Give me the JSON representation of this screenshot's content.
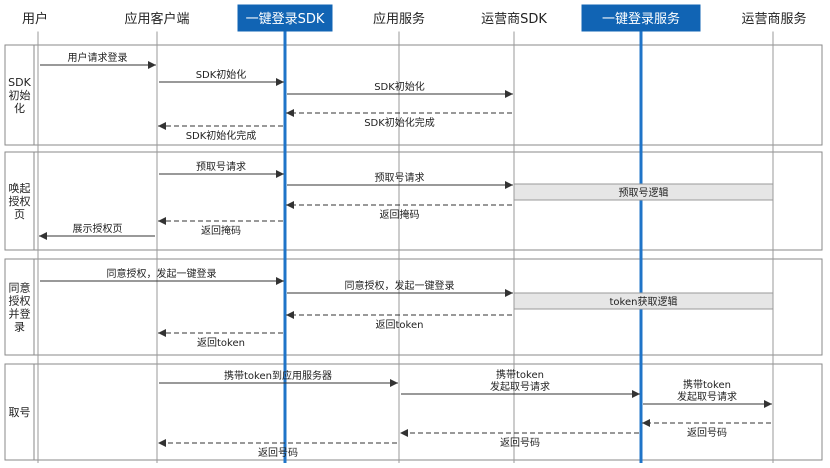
{
  "participants": [
    {
      "id": "user",
      "label": "用户"
    },
    {
      "id": "app_client",
      "label": "应用客户端"
    },
    {
      "id": "sdk",
      "label": "一键登录SDK"
    },
    {
      "id": "app_server",
      "label": "应用服务"
    },
    {
      "id": "carrier_sdk",
      "label": "运营商SDK"
    },
    {
      "id": "login_service",
      "label": "一键登录服务"
    },
    {
      "id": "carrier_service",
      "label": "运营商服务"
    }
  ],
  "sections": [
    {
      "id": "init",
      "label": [
        "SDK",
        "初始",
        "化"
      ]
    },
    {
      "id": "auth",
      "label": [
        "唤起",
        "授权",
        "页"
      ]
    },
    {
      "id": "consent",
      "label": [
        "同意",
        "授权",
        "并登",
        "录"
      ]
    },
    {
      "id": "fetch",
      "label": [
        "取号"
      ]
    }
  ],
  "messages": [
    {
      "from": "user",
      "to": "app_client",
      "type": "solid",
      "lines": [
        "用户请求登录"
      ]
    },
    {
      "from": "app_client",
      "to": "sdk",
      "type": "solid",
      "lines": [
        "SDK初始化"
      ]
    },
    {
      "from": "sdk",
      "to": "carrier_sdk",
      "type": "solid",
      "lines": [
        "SDK初始化"
      ]
    },
    {
      "from": "carrier_sdk",
      "to": "sdk",
      "type": "dashed",
      "lines": [
        "SDK初始化完成"
      ]
    },
    {
      "from": "sdk",
      "to": "app_client",
      "type": "dashed",
      "lines": [
        "SDK初始化完成"
      ]
    },
    {
      "from": "app_client",
      "to": "sdk",
      "type": "solid",
      "lines": [
        "预取号请求"
      ]
    },
    {
      "from": "sdk",
      "to": "carrier_sdk",
      "type": "solid",
      "lines": [
        "预取号请求"
      ]
    },
    {
      "from": "carrier_sdk",
      "to": "sdk",
      "type": "dashed",
      "lines": [
        "返回掩码"
      ]
    },
    {
      "from": "sdk",
      "to": "app_client",
      "type": "dashed",
      "lines": [
        "返回掩码"
      ]
    },
    {
      "from": "app_client",
      "to": "user",
      "type": "solid",
      "lines": [
        "展示授权页"
      ]
    },
    {
      "from": "user",
      "to": "sdk",
      "type": "solid",
      "lines": [
        "同意授权，发起一键登录"
      ]
    },
    {
      "from": "sdk",
      "to": "carrier_sdk",
      "type": "solid",
      "lines": [
        "同意授权，发起一键登录"
      ]
    },
    {
      "from": "carrier_sdk",
      "to": "sdk",
      "type": "dashed",
      "lines": [
        "返回token"
      ]
    },
    {
      "from": "sdk",
      "to": "app_client",
      "type": "dashed",
      "lines": [
        "返回token"
      ]
    },
    {
      "from": "app_client",
      "to": "app_server",
      "type": "solid",
      "lines": [
        "携带token到应用服务器"
      ]
    },
    {
      "from": "app_server",
      "to": "login_service",
      "type": "solid",
      "lines": [
        "携带token",
        "发起取号请求"
      ]
    },
    {
      "from": "login_service",
      "to": "carrier_service",
      "type": "solid",
      "lines": [
        "携带token",
        "发起取号请求"
      ]
    },
    {
      "from": "carrier_service",
      "to": "login_service",
      "type": "dashed",
      "lines": [
        "返回号码"
      ]
    },
    {
      "from": "login_service",
      "to": "app_server",
      "type": "dashed",
      "lines": [
        "返回号码"
      ]
    },
    {
      "from": "app_server",
      "to": "app_client",
      "type": "dashed",
      "lines": [
        "返回号码"
      ]
    }
  ],
  "logic_boxes": [
    {
      "from": "carrier_sdk",
      "to": "carrier_service",
      "label": "预取号逻辑"
    },
    {
      "from": "carrier_sdk",
      "to": "carrier_service",
      "label": "token获取逻辑"
    }
  ],
  "colors": {
    "highlight_fill": "#1164b4",
    "highlight_text": "#ffffff",
    "highlight_lifeline": "#1f74c8",
    "lifeline": "#9a9a9a",
    "section_border": "#8a8a8a",
    "arrow": "#333333",
    "box_fill": "#e6e6e6",
    "box_border": "#999999"
  },
  "highlighted": [
    "sdk",
    "login_service"
  ]
}
